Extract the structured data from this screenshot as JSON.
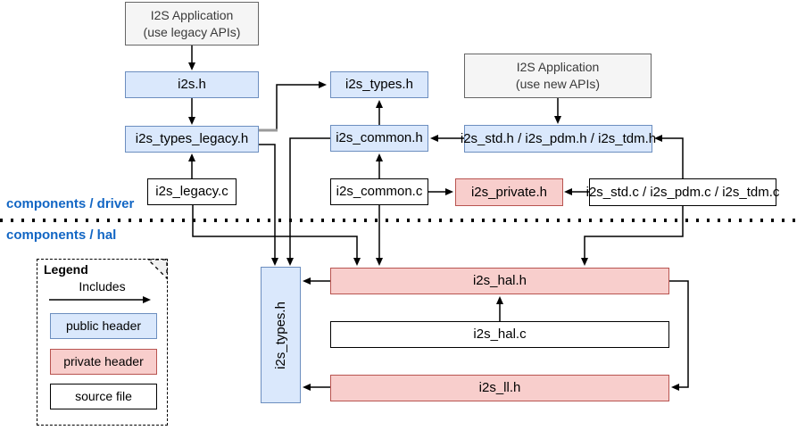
{
  "layers": {
    "driver_label": "components / driver",
    "hal_label": "components / hal"
  },
  "nodes": {
    "app_legacy": {
      "line1": "I2S Application",
      "line2": "(use legacy APIs)",
      "type": "application"
    },
    "app_new": {
      "line1": "I2S Application",
      "line2": "(use new APIs)",
      "type": "application"
    },
    "i2s_h": {
      "label": "i2s.h",
      "type": "public header"
    },
    "i2s_types_legacy_h": {
      "label": "i2s_types_legacy.h",
      "type": "public header"
    },
    "i2s_legacy_c": {
      "label": "i2s_legacy.c",
      "type": "source file"
    },
    "i2s_types_h_driver": {
      "label": "i2s_types.h",
      "type": "public header"
    },
    "i2s_common_h": {
      "label": "i2s_common.h",
      "type": "public header"
    },
    "i2s_common_c": {
      "label": "i2s_common.c",
      "type": "source file"
    },
    "i2s_std_pdm_tdm_h": {
      "label": "i2s_std.h / i2s_pdm.h / i2s_tdm.h",
      "type": "public header"
    },
    "i2s_private_h": {
      "label": "i2s_private.h",
      "type": "private header"
    },
    "i2s_std_pdm_tdm_c": {
      "label": "i2s_std.c / i2s_pdm.c / i2s_tdm.c",
      "type": "source file"
    },
    "i2s_types_h_hal": {
      "label": "i2s_types.h",
      "type": "public header"
    },
    "i2s_hal_h": {
      "label": "i2s_hal.h",
      "type": "private header"
    },
    "i2s_hal_c": {
      "label": "i2s_hal.c",
      "type": "source file"
    },
    "i2s_ll_h": {
      "label": "i2s_ll.h",
      "type": "private header"
    }
  },
  "edges": [
    {
      "from": "app_legacy",
      "to": "i2s_h"
    },
    {
      "from": "i2s_h",
      "to": "i2s_types_legacy_h"
    },
    {
      "from": "i2s_legacy_c",
      "to": "i2s_types_legacy_h"
    },
    {
      "from": "i2s_types_legacy_h",
      "to": "i2s_types_h_driver"
    },
    {
      "from": "i2s_types_legacy_h",
      "to": "i2s_types_h_hal"
    },
    {
      "from": "i2s_common_h",
      "to": "i2s_types_h_driver"
    },
    {
      "from": "i2s_common_h",
      "to": "i2s_types_h_hal"
    },
    {
      "from": "i2s_common_c",
      "to": "i2s_common_h"
    },
    {
      "from": "i2s_common_c",
      "to": "i2s_private_h"
    },
    {
      "from": "i2s_common_c",
      "to": "i2s_hal_h"
    },
    {
      "from": "app_new",
      "to": "i2s_std_pdm_tdm_h"
    },
    {
      "from": "i2s_std_pdm_tdm_h",
      "to": "i2s_common_h"
    },
    {
      "from": "i2s_std_pdm_tdm_c",
      "to": "i2s_std_pdm_tdm_h"
    },
    {
      "from": "i2s_std_pdm_tdm_c",
      "to": "i2s_private_h"
    },
    {
      "from": "i2s_std_pdm_tdm_c",
      "to": "i2s_hal_h"
    },
    {
      "from": "i2s_legacy_c",
      "to": "i2s_hal_h"
    },
    {
      "from": "i2s_hal_c",
      "to": "i2s_hal_h"
    },
    {
      "from": "i2s_hal_h",
      "to": "i2s_types_h_hal"
    },
    {
      "from": "i2s_ll_h",
      "to": "i2s_types_h_hal"
    },
    {
      "from": "i2s_hal_h",
      "to": "i2s_ll_h"
    }
  ],
  "legend": {
    "title": "Legend",
    "arrow_label": "Includes",
    "items": [
      {
        "label": "public header"
      },
      {
        "label": "private header"
      },
      {
        "label": "source file"
      }
    ]
  },
  "colors": {
    "public_header_fill": "#dae8fc",
    "public_header_stroke": "#6c8ebf",
    "private_header_fill": "#f8cecc",
    "private_header_stroke": "#b85450",
    "source_file_fill": "#ffffff",
    "source_file_stroke": "#000000",
    "application_fill": "#f5f5f5",
    "application_stroke": "#666666",
    "layer_label_color": "#1266c4",
    "edge_color": "#000000"
  }
}
